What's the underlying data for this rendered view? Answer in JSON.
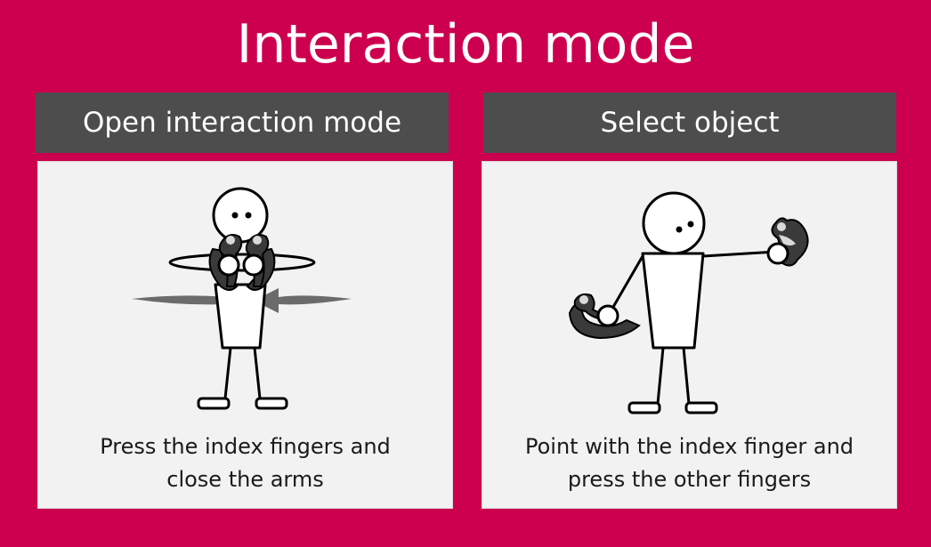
{
  "title": "Interaction mode",
  "panels": [
    {
      "header": "Open interaction mode",
      "caption_line1": "Press the index fingers and",
      "caption_line2": "close the arms",
      "figure_icon": "stick-figure-both-controllers-arms-closing-icon"
    },
    {
      "header": "Select object",
      "caption_line1": "Point with the index finger and",
      "caption_line2": "press the other fingers",
      "figure_icon": "stick-figure-pointing-controller-icon"
    }
  ],
  "colors": {
    "background": "#cc004e",
    "header_bg": "#4d4d4d",
    "card_bg": "#f2f2f2",
    "controller": "#3a3a3a",
    "arrow": "#6b6b6b",
    "text": "#1a1a1a",
    "title_text": "#ffffff"
  }
}
